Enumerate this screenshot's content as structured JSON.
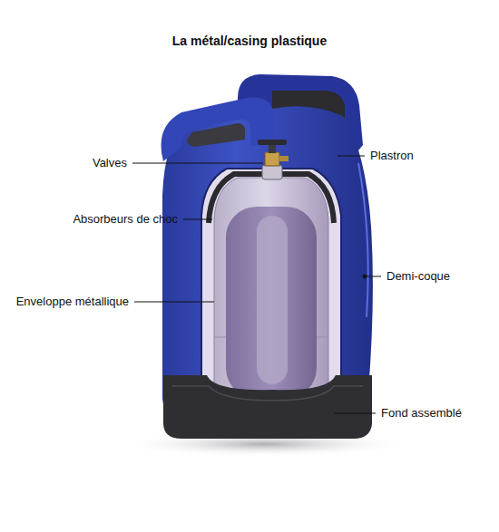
{
  "diagram": {
    "title": "La métal/casing plastique",
    "labels": [
      "Valves",
      "Absorbeurs de choc",
      "Enveloppe métallique",
      "Plastron",
      "Demi-coque",
      "Fond assemblé"
    ]
  }
}
